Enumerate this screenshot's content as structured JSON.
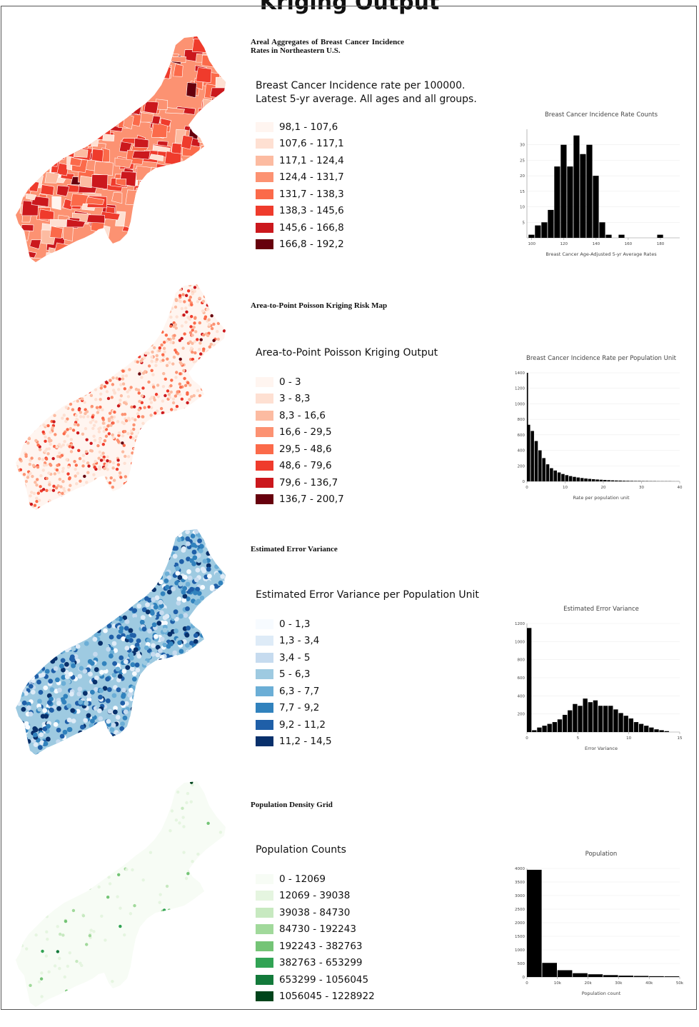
{
  "page": {
    "title": "Kriging Output"
  },
  "colors": {
    "reds": [
      "#fff5f0",
      "#fee0d2",
      "#fcbba1",
      "#fc9272",
      "#fb6a4a",
      "#ef3b2c",
      "#cb181d",
      "#67000d"
    ],
    "blues": [
      "#f7fbff",
      "#deebf7",
      "#c6dbef",
      "#9ecae1",
      "#6baed6",
      "#3182bd",
      "#1f5fa8",
      "#08306b"
    ],
    "greens": [
      "#f7fcf5",
      "#e5f5e0",
      "#c7e9c0",
      "#a1d99b",
      "#74c476",
      "#31a354",
      "#137a3b",
      "#00441b"
    ],
    "bar": "#000000"
  },
  "sections": [
    {
      "id": "areal",
      "title": "Areal Aggregates of Breast Cancer Incidence Rates in Northeastern U.S.",
      "legend_title": "Breast Cancer Incidence rate per 100000. Latest 5-yr average. All ages and all groups.",
      "palette": "reds",
      "map_style": "polygons",
      "legend": [
        "98,1 - 107,6",
        "107,6 - 117,1",
        "117,1 - 124,4",
        "124,4 - 131,7",
        "131,7 - 138,3",
        "138,3 - 145,6",
        "145,6 - 166,8",
        "166,8 - 192,2"
      ]
    },
    {
      "id": "kriging",
      "title": "Area-to-Point Poisson Kriging Risk Map",
      "legend_title": "Area-to-Point Poisson Kriging Output",
      "palette": "reds",
      "map_style": "points",
      "legend": [
        "0 - 3",
        "3 - 8,3",
        "8,3 - 16,6",
        "16,6 - 29,5",
        "29,5 - 48,6",
        "48,6 - 79,6",
        "79,6 - 136,7",
        "136,7 - 200,7"
      ]
    },
    {
      "id": "variance",
      "title": "Estimated Error Variance",
      "legend_title": "Estimated Error Variance per Population Unit",
      "palette": "blues",
      "map_style": "dense",
      "legend": [
        "0 - 1,3",
        "1,3 - 3,4",
        "3,4 - 5",
        "5 - 6,3",
        "6,3 - 7,7",
        "7,7 - 9,2",
        "9,2 - 11,2",
        "11,2 - 14,5"
      ]
    },
    {
      "id": "population",
      "title": "Population Density Grid",
      "legend_title": "Population Counts",
      "palette": "greens",
      "map_style": "sparse",
      "legend": [
        "0 - 12069",
        "12069 - 39038",
        "39038 - 84730",
        "84730 - 192243",
        "192243 - 382763",
        "382763 - 653299",
        "653299 - 1056045",
        "1056045 - 1228922"
      ]
    }
  ],
  "chart_data": [
    {
      "type": "bar",
      "title": "Breast Cancer Incidence Rate Counts",
      "xlabel": "Breast Cancer Age-Adjusted 5-yr Average Rates",
      "ylabel": "",
      "bin_start": 98,
      "bin_width": 4,
      "values": [
        1,
        4,
        5,
        9,
        23,
        30,
        23,
        33,
        27,
        30,
        20,
        5,
        1,
        0,
        1,
        0,
        0,
        0,
        0,
        0,
        1
      ],
      "xlim": [
        97,
        192
      ],
      "ylim": [
        0,
        35
      ],
      "xticks": [
        100,
        120,
        140,
        160,
        180
      ],
      "xtick_labels": [
        "100",
        "120",
        "140",
        "160",
        "180"
      ],
      "yticks": [
        5,
        10,
        15,
        20,
        25,
        30
      ],
      "ytick_labels": [
        "5",
        "10",
        "15",
        "20",
        "25",
        "30"
      ]
    },
    {
      "type": "bar",
      "title": "Breast Cancer Incidence Rate per Population Unit",
      "xlabel": "Rate per population unit",
      "ylabel": "",
      "bin_start": 0,
      "bin_width": 1,
      "values": [
        730,
        650,
        520,
        400,
        300,
        220,
        170,
        140,
        115,
        95,
        80,
        68,
        58,
        50,
        43,
        37,
        32,
        28,
        24,
        21,
        18,
        15,
        13,
        11,
        10,
        8,
        7,
        6,
        5,
        5,
        4,
        4,
        3,
        3,
        2,
        2,
        2,
        2,
        1,
        1
      ],
      "first_bar": 1400,
      "xlim": [
        0,
        40
      ],
      "ylim": [
        0,
        1400
      ],
      "xticks": [
        0,
        10,
        20,
        30,
        40
      ],
      "xtick_labels": [
        "0",
        "10",
        "20",
        "30",
        "40"
      ],
      "yticks": [
        0,
        200,
        400,
        600,
        800,
        1000,
        1200,
        1400
      ],
      "ytick_labels": [
        "0",
        "200",
        "400",
        "600",
        "800",
        "1000",
        "1200",
        "1400"
      ]
    },
    {
      "type": "bar",
      "title": "Estimated Error Variance",
      "xlabel": "Error Variance",
      "ylabel": "",
      "bin_start": 0,
      "bin_width": 0.5,
      "values": [
        1150,
        20,
        50,
        70,
        90,
        110,
        140,
        190,
        240,
        310,
        290,
        370,
        330,
        350,
        290,
        290,
        290,
        250,
        210,
        180,
        150,
        110,
        90,
        70,
        50,
        30,
        20,
        10
      ],
      "xlim": [
        0,
        15
      ],
      "ylim": [
        0,
        1200
      ],
      "xticks": [
        0,
        5,
        10,
        15
      ],
      "xtick_labels": [
        "0",
        "5",
        "10",
        "15"
      ],
      "yticks": [
        200,
        400,
        600,
        800,
        1000,
        1200
      ],
      "ytick_labels": [
        "200",
        "400",
        "600",
        "800",
        "1000",
        "1200"
      ]
    },
    {
      "type": "bar",
      "title": "Population",
      "xlabel": "Population count",
      "ylabel": "",
      "bin_start": 0,
      "bin_width": 5000,
      "values": [
        3950,
        520,
        250,
        140,
        100,
        70,
        50,
        40,
        30,
        25
      ],
      "xlim": [
        0,
        50000
      ],
      "ylim": [
        0,
        4000
      ],
      "xticks": [
        0,
        10000,
        20000,
        30000,
        40000,
        50000
      ],
      "xtick_labels": [
        "0",
        "10k",
        "20k",
        "30k",
        "40k",
        "50k"
      ],
      "yticks": [
        0,
        500,
        1000,
        1500,
        2000,
        2500,
        3000,
        3500,
        4000
      ],
      "ytick_labels": [
        "0",
        "500",
        "1000",
        "1500",
        "2000",
        "2500",
        "3000",
        "3500",
        "4000"
      ]
    }
  ]
}
